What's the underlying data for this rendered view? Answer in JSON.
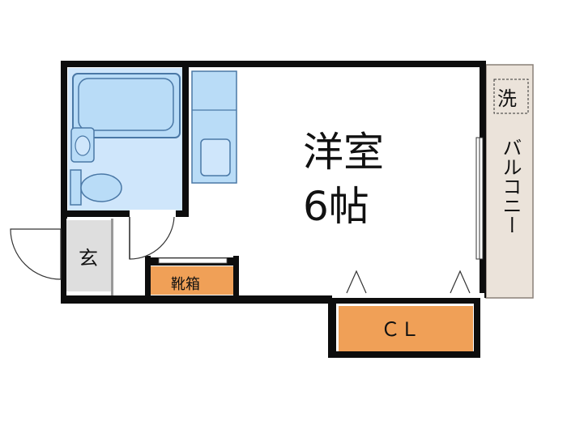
{
  "rooms": {
    "western_room": {
      "name": "洋室",
      "size": "6帖"
    },
    "entrance": {
      "label": "玄"
    },
    "shoe_box": {
      "label": "靴箱"
    },
    "closet": {
      "label": "ＣＬ"
    },
    "balcony": {
      "label": "バルコニー"
    },
    "washer": {
      "label": "洗"
    }
  },
  "colors": {
    "wall": "#0d0d0d",
    "bath_fill": "#cfe6fb",
    "bath_stroke": "#4a78a6",
    "fixture_fill": "#b9dcf7",
    "storage_fill": "#f0a057",
    "entrance_fill": "#dedede",
    "balcony_fill": "#ebe3da"
  }
}
